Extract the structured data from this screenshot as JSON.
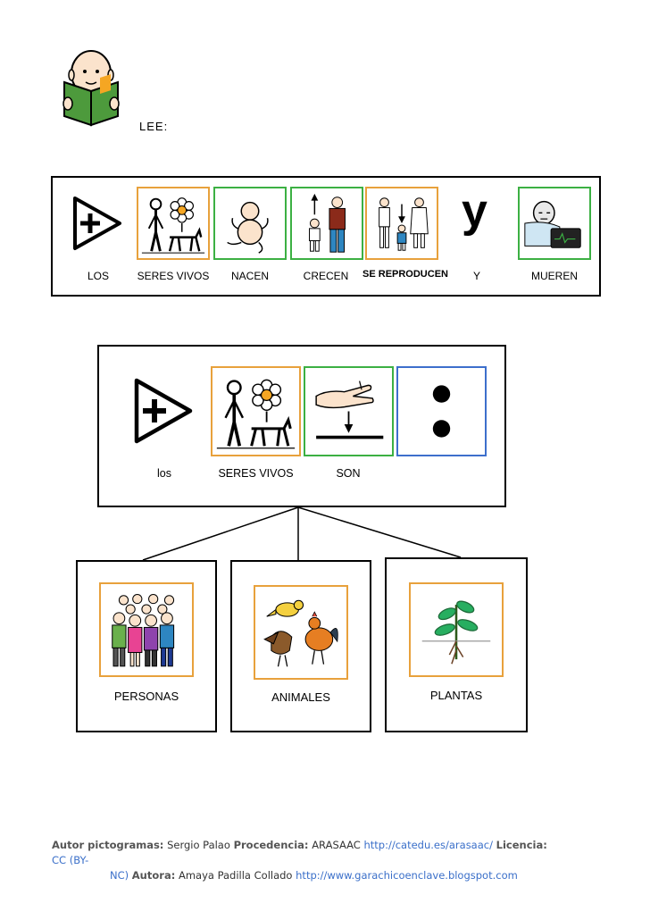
{
  "header": {
    "instruction": "LEE:"
  },
  "sentence1": {
    "words": [
      "LOS",
      "SERES VIVOS",
      "NACEN",
      "CRECEN",
      "SE REPRODUCEN",
      "Y",
      "MUEREN"
    ],
    "y_glyph": "y"
  },
  "sentence2": {
    "words": [
      "los",
      "SERES VIVOS",
      "SON"
    ]
  },
  "categories": [
    {
      "label": "PERSONAS"
    },
    {
      "label": "ANIMALES"
    },
    {
      "label": "PLANTAS"
    }
  ],
  "footer": {
    "author_label": "Autor pictogramas:",
    "author": "Sergio Palao",
    "source_label": "Procedencia:",
    "source": "ARASAAC",
    "source_url": "http://catedu.es/arasaac/",
    "license_label": "Licencia:",
    "license_a": "CC (BY-",
    "license_b": "NC)",
    "writer_label": "Autora:",
    "writer": "Amaya Padilla Collado",
    "writer_url": "http://www.garachicoenclave.blogspot.com"
  },
  "colors": {
    "orange": "#e8a13c",
    "green": "#3cb043",
    "blue": "#3d6fcc",
    "book": "#4d9a3c"
  }
}
